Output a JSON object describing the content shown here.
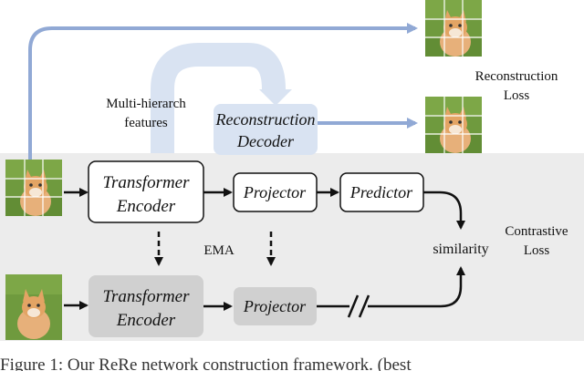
{
  "labels": {
    "reconstruction_loss_line1": "Reconstruction",
    "reconstruction_loss_line2": "Loss",
    "multi_hierarch_line1": "Multi-hierarch",
    "multi_hierarch_line2": "features",
    "recon_decoder_line1": "Reconstruction",
    "recon_decoder_line2": "Decoder",
    "transformer_encoder_line1": "Transformer",
    "transformer_encoder_line2": "Encoder",
    "projector": "Projector",
    "predictor": "Predictor",
    "ema": "EMA",
    "similarity": "similarity",
    "contrastive_loss_line1": "Contrastive",
    "contrastive_loss_line2": "Loss",
    "target_encoder_line1": "Transformer",
    "target_encoder_line2": "Encoder",
    "target_projector": "Projector"
  },
  "caption": "Figure 1: Our ReRe network construction framework. (best",
  "colors": {
    "background_band": "#ececec",
    "decoder_fill": "#d9e3f2",
    "arrow_blue": "#91a9d5",
    "target_box_fill": "#d0d0d0",
    "grass": "#6f9a3e",
    "cat": "#e3a464"
  }
}
